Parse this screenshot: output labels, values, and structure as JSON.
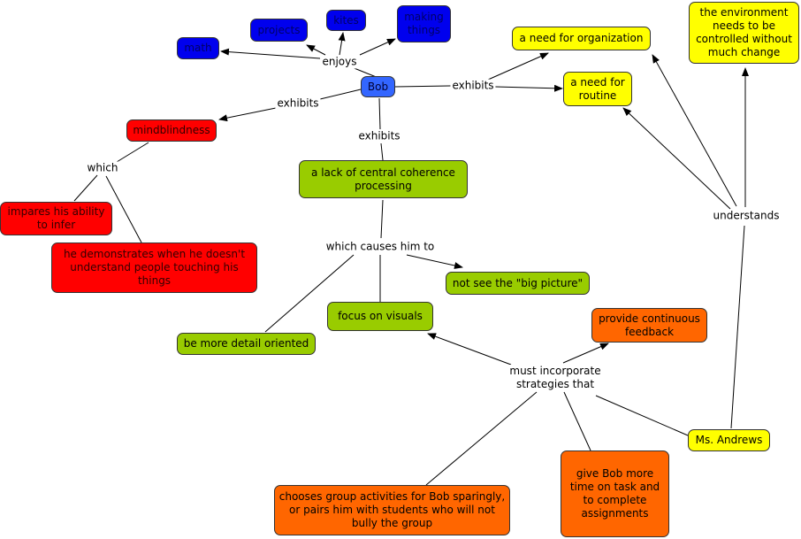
{
  "colors": {
    "blue": "#0000ee",
    "bob": "#3366ff",
    "red": "#ff0000",
    "green": "#99cc00",
    "yellow": "#ffff00",
    "orange": "#ff6600"
  },
  "nodes": {
    "math": "math",
    "projects": "projects",
    "kites": "kites",
    "making_things": "making things",
    "bob": "Bob",
    "mindblindness": "mindblindness",
    "impares": "impares his ability to infer",
    "demonstrates": "he demonstrates when he doesn't understand people touching his things",
    "lack": "a lack of central coherence processing",
    "big_picture": "not see the \"big picture\"",
    "visuals": "focus on visuals",
    "detail": "be more detail oriented",
    "organization": "a need for organization",
    "routine": "a need for routine",
    "environment": "the environment needs to be controlled without much change",
    "feedback": "provide continuous feedback",
    "ms_andrews": "Ms. Andrews",
    "more_time": "give Bob more time on task and to complete assignments",
    "group": "chooses group activities for Bob sparingly, or pairs him with students who will not bully the group"
  },
  "links": {
    "enjoys": "enjoys",
    "exhibits_left": "exhibits",
    "exhibits_down": "exhibits",
    "exhibits_right": "exhibits",
    "which": "which",
    "which_causes": "which causes him to",
    "understands": "understands",
    "must_incorporate": "must incorporate strategies that"
  }
}
